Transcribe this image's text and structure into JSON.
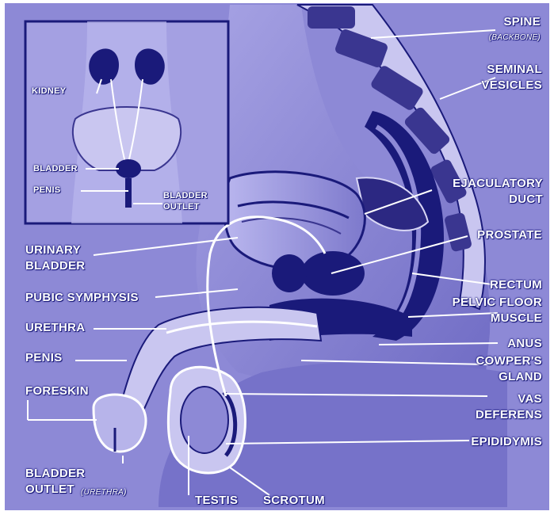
{
  "colors": {
    "background": "#8d89d6",
    "dark": "#1a1a7a",
    "light": "#d9d7f5",
    "white": "#ffffff"
  },
  "inset": {
    "labels": {
      "kidney": "KIDNEY",
      "bladder": "BLADDER",
      "penis": "PENIS",
      "bladder_outlet": "BLADDER OUTLET"
    }
  },
  "labels": {
    "spine": "SPINE",
    "spine_sub": "(BACKBONE)",
    "seminal_vesicles": "SEMINAL VESICLES",
    "ejaculatory_duct": "EJACULATORY DUCT",
    "prostate": "PROSTATE",
    "rectum": "RECTUM",
    "pelvic_floor_muscle": "PELVIC FLOOR MUSCLE",
    "anus": "ANUS",
    "cowpers_gland": "COWPER'S GLAND",
    "vas_deferens": "VAS DEFERENS",
    "epididymis": "EPIDIDYMIS",
    "urinary_bladder": "URINARY BLADDER",
    "pubic_symphysis": "PUBIC SYMPHYSIS",
    "urethra": "URETHRA",
    "penis": "PENIS",
    "foreskin": "FORESKIN",
    "bladder_outlet": "BLADDER OUTLET",
    "bladder_outlet_sub": "(URETHRA)",
    "testis": "TESTIS",
    "scrotum": "SCROTUM"
  }
}
